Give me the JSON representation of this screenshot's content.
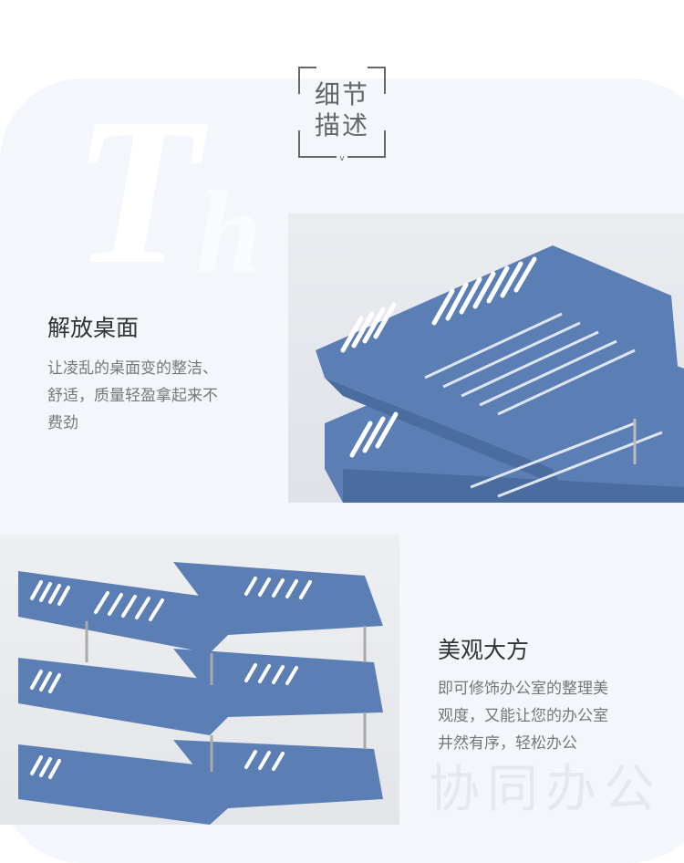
{
  "header": {
    "title_line1": "细节",
    "title_line2": "描述",
    "chevron": "v"
  },
  "watermark": {
    "letters": "Th",
    "text": "协同办公"
  },
  "section1": {
    "heading": "解放桌面",
    "desc_lines": [
      "让凌乱的桌面变的整洁、",
      "舒适，质量轻盈拿起来不",
      "费劲"
    ]
  },
  "section2": {
    "heading": "美观大方",
    "desc_lines": [
      "即可修饰办公室的整理美",
      "观度，又能让您的办公室",
      "井然有序，轻松办公"
    ]
  },
  "colors": {
    "panel": "#f3f6fb",
    "tray": "#5b7fb4",
    "text": "#333333"
  }
}
